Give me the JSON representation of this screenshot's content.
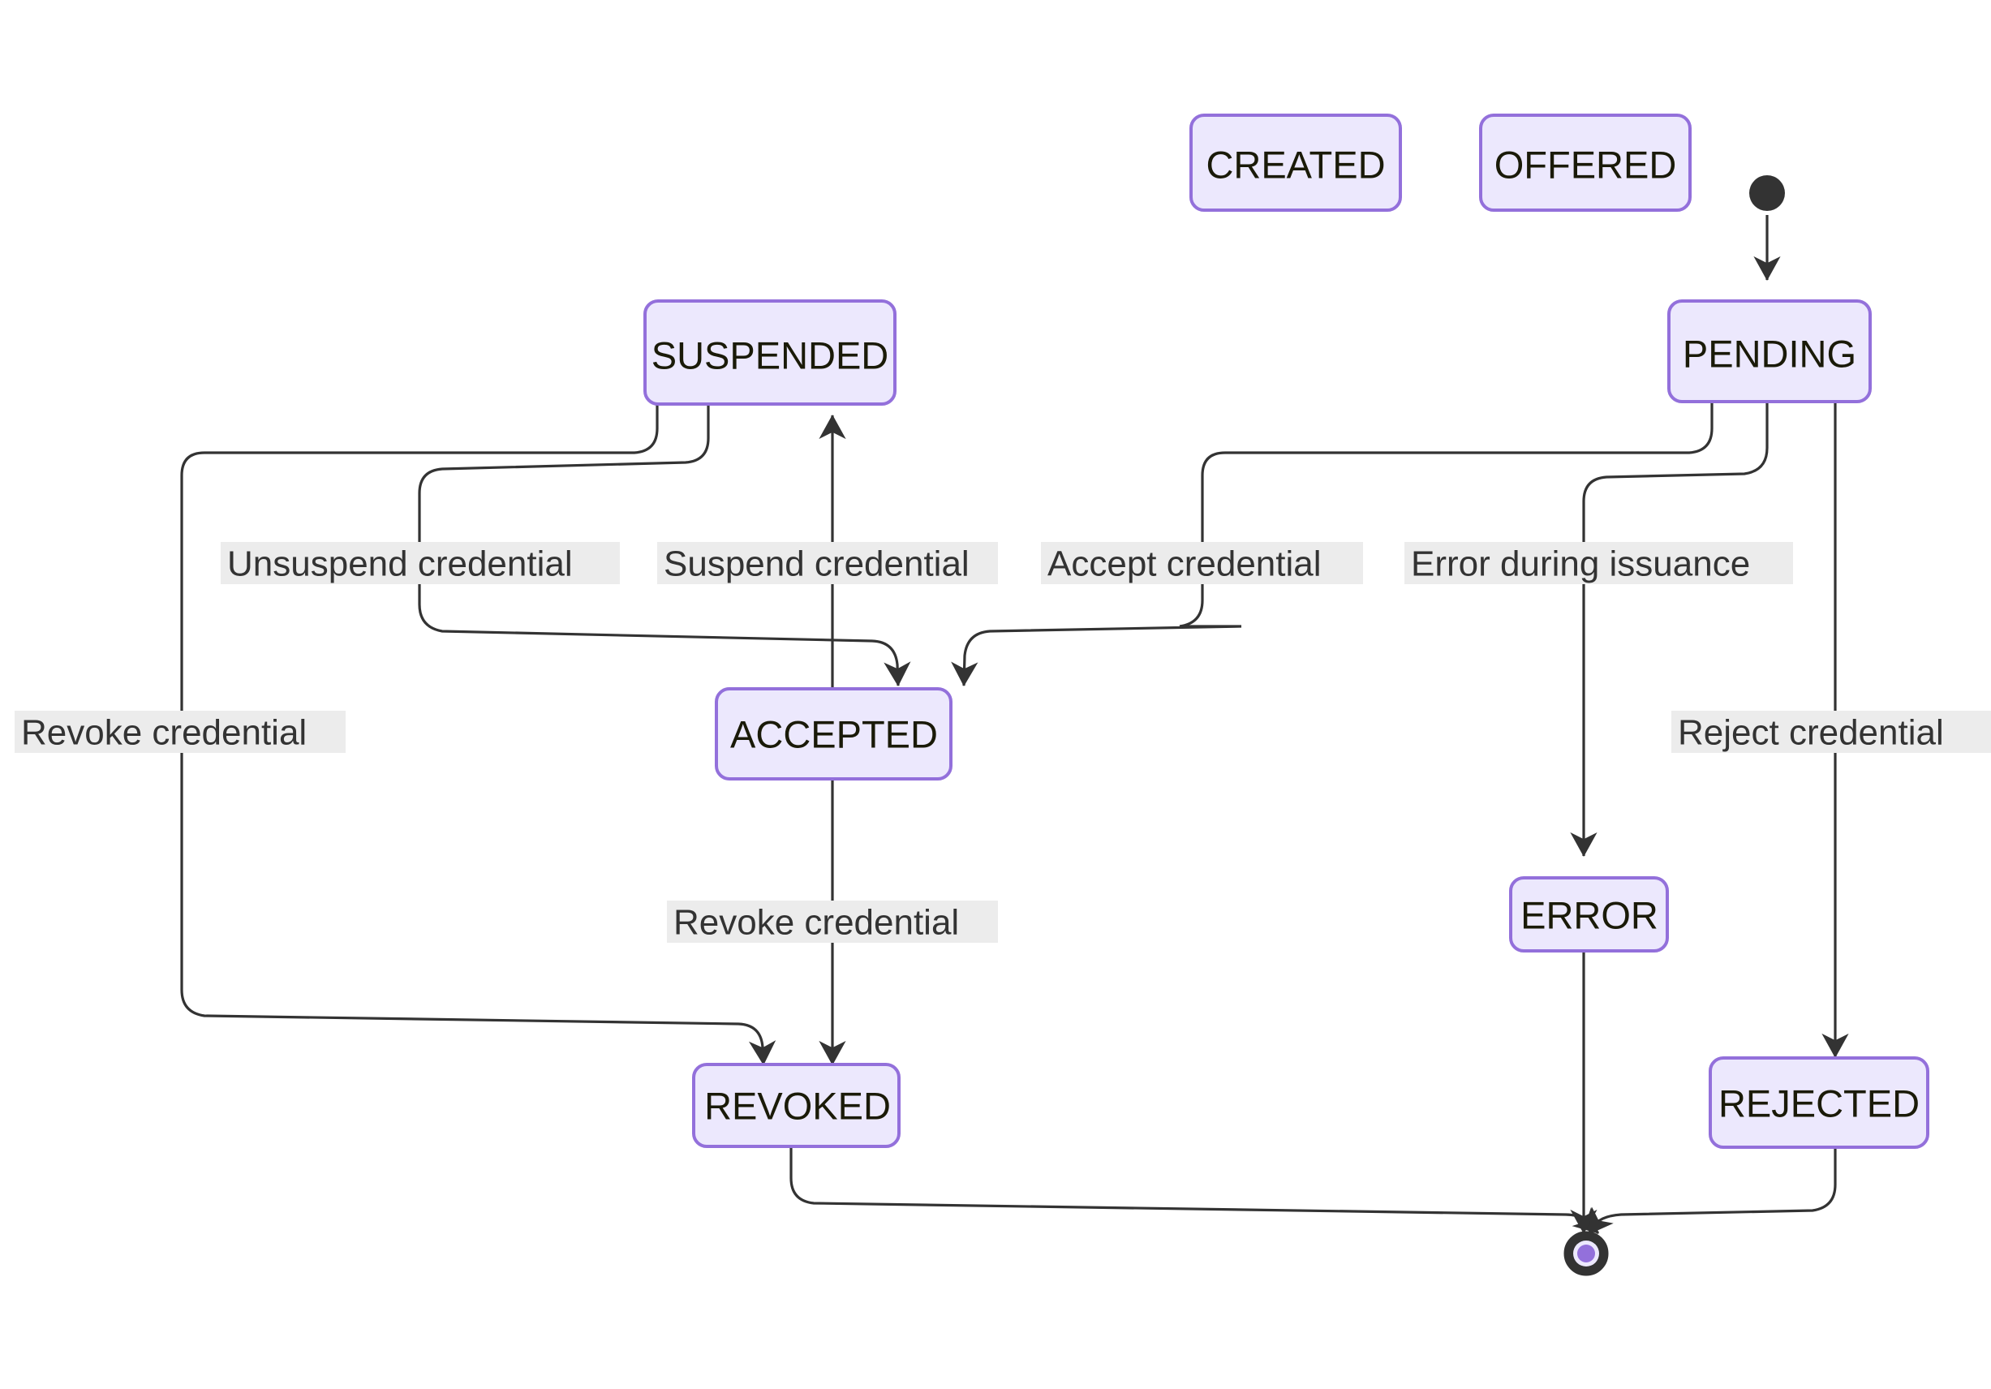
{
  "diagram": {
    "type": "state-machine",
    "title": "Credential lifecycle state diagram",
    "colors": {
      "node_fill": "#ECE8FD",
      "node_border": "#9370DB",
      "node_text": "#1a1a08",
      "edge_stroke": "#333333",
      "edge_label_bg": "#ECECEC",
      "edge_label_text": "#333333",
      "start_node": "#333333",
      "end_node_inner": "#9370DB",
      "background": "#FFFFFF"
    },
    "states": [
      {
        "id": "created",
        "label": "CREATED"
      },
      {
        "id": "offered",
        "label": "OFFERED"
      },
      {
        "id": "suspended",
        "label": "SUSPENDED"
      },
      {
        "id": "pending",
        "label": "PENDING"
      },
      {
        "id": "accepted",
        "label": "ACCEPTED"
      },
      {
        "id": "error",
        "label": "ERROR"
      },
      {
        "id": "revoked",
        "label": "REVOKED"
      },
      {
        "id": "rejected",
        "label": "REJECTED"
      }
    ],
    "pseudo_states": [
      {
        "id": "start",
        "kind": "initial"
      },
      {
        "id": "end",
        "kind": "final"
      }
    ],
    "transitions": [
      {
        "from": "start",
        "to": "pending",
        "label": ""
      },
      {
        "from": "suspended",
        "to": "accepted",
        "label": "Unsuspend credential"
      },
      {
        "from": "accepted",
        "to": "suspended",
        "label": "Suspend credential"
      },
      {
        "from": "pending",
        "to": "accepted",
        "label": "Accept credential"
      },
      {
        "from": "pending",
        "to": "error",
        "label": "Error during issuance"
      },
      {
        "from": "suspended",
        "to": "revoked",
        "label": "Revoke credential"
      },
      {
        "from": "accepted",
        "to": "revoked",
        "label": "Revoke credential"
      },
      {
        "from": "pending",
        "to": "rejected",
        "label": "Reject credential"
      },
      {
        "from": "revoked",
        "to": "end",
        "label": ""
      },
      {
        "from": "error",
        "to": "end",
        "label": ""
      },
      {
        "from": "rejected",
        "to": "end",
        "label": ""
      }
    ],
    "edge_labels": [
      {
        "id": "unsuspend-credential",
        "text": "Unsuspend credential"
      },
      {
        "id": "suspend-credential",
        "text": "Suspend credential"
      },
      {
        "id": "accept-credential",
        "text": "Accept credential"
      },
      {
        "id": "error-during-issuance",
        "text": "Error during issuance"
      },
      {
        "id": "revoke-credential-suspended",
        "text": "Revoke credential"
      },
      {
        "id": "revoke-credential-accepted",
        "text": "Revoke credential"
      },
      {
        "id": "reject-credential",
        "text": "Reject credential"
      }
    ]
  }
}
